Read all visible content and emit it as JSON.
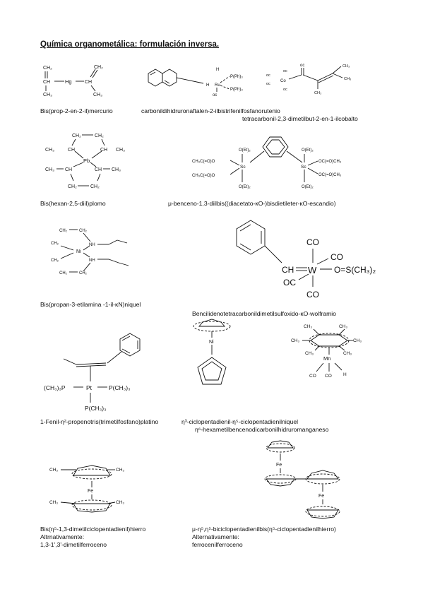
{
  "title": "Química organometálica: formulación inversa.",
  "captions": {
    "c1": "Bis(prop-2-en-2-il)mercurio",
    "c2a": "carbonildihidruronaftalen-2-ilbistrifenilfosfanorutenio",
    "c2b": "tetracarbonil-2,3-dimetilbut-2-en-1-ilcobalto",
    "c3": "Bis(hexan-2,5-diil)plomo",
    "c4": "μ-benceno-1,3-diilbis((diacetato-κO-)bisdietileter-κO-escandio)",
    "c5": "Bis(propan-3-etilamina -1-il-κN)niquel",
    "c6": "Bencilidenotetracarbonildimetilsulfoxido-κO-wolframio",
    "c7": "1-Fenil-η²-propenotris(trimetilfosfano)platino",
    "c8": "η³-ciclopentadienil-η⁵-ciclopentadienilniquel",
    "c9": "η⁶-hexametilbencenodicarbonilhidruromanganeso",
    "c10a": "Bis(η⁵-1,3-dimetilciclopentadienil)hierro",
    "c10b": "Altrnativamente:",
    "c10c": "1,3-1',3'-dimetilferroceno",
    "c11a": "μ-η⁵,η⁵-biciclopentadienilbis(η⁵-ciclopentadienilhierro)",
    "c11b": "Alternativamente:",
    "c11c": "ferrocenilferroceno"
  },
  "labels": {
    "ch2": "CH₂",
    "ch": "CH",
    "ch3": "CH₃",
    "hg": "Hg",
    "h": "H",
    "co": "CO",
    "oc": "OC",
    "pph3": "P(Ph)₃",
    "co_lc": "oc",
    "ru": "Ru",
    "pb": "Pb",
    "sc": "Sc",
    "ch3co2": "CH₃C(=O)O",
    "oet2": "O(Et)₂",
    "oc_o_ch3": "OC(=O)CH₃",
    "ni": "Ni",
    "nh": "NH",
    "w": "W",
    "ch_eq": "CH",
    "dmso": "O=S(CH₃)₂",
    "pt": "Pt",
    "pme3": "P(CH₃)₃",
    "pme3_l": "(CH₃)₃P",
    "mn": "Mn",
    "fe": "Fe",
    "co_atom": "Co"
  }
}
